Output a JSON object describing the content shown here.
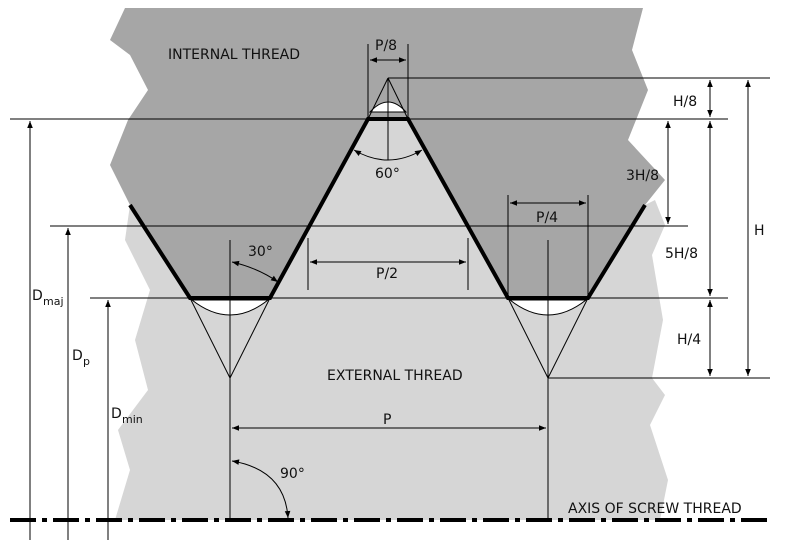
{
  "colors": {
    "internal": "#a6a6a6",
    "external": "#d6d6d6",
    "line": "#000000"
  },
  "labels": {
    "internal_thread": "INTERNAL THREAD",
    "external_thread": "EXTERNAL THREAD",
    "axis": "AXIS OF SCREW THREAD",
    "p8": "P/8",
    "p4": "P/4",
    "p2": "P/2",
    "p": "P",
    "h8": "H/8",
    "h38": "3H/8",
    "h58": "5H/8",
    "h4": "H/4",
    "h": "H",
    "angle60": "60°",
    "angle30": "30°",
    "angle90": "90°",
    "dmaj": {
      "main": "D",
      "sub": "maj"
    },
    "dp": {
      "main": "D",
      "sub": "p"
    },
    "dmin": {
      "main": "D",
      "sub": "min"
    }
  }
}
